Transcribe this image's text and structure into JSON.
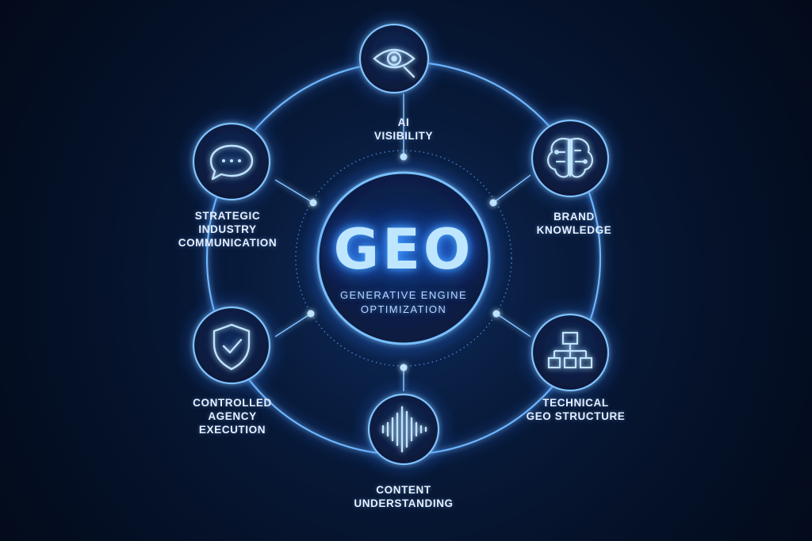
{
  "center": {
    "title": "GEO",
    "subtitle": "GENERATIVE ENGINE\nOPTIMIZATION"
  },
  "nodes": [
    {
      "id": "ai-visibility",
      "icon": "eye-magnifier-icon",
      "label": "AI\nVISIBILITY"
    },
    {
      "id": "brand-knowledge",
      "icon": "brain-circuit-icon",
      "label": "BRAND\nKNOWLEDGE"
    },
    {
      "id": "technical-geo-structure",
      "icon": "hierarchy-icon",
      "label": "TECHNICAL\nGEO STRUCTURE"
    },
    {
      "id": "content-understanding",
      "icon": "sound-wave-icon",
      "label": "CONTENT\nUNDERSTANDING"
    },
    {
      "id": "controlled-agency-execution",
      "icon": "shield-check-icon",
      "label": "CONTROLLED\nAGENCY\nEXECUTION"
    },
    {
      "id": "strategic-industry-communication",
      "icon": "chat-bubble-icon",
      "label": "STRATEGIC\nINDUSTRY\nCOMMUNICATION"
    }
  ],
  "colors": {
    "background": "#05122a",
    "glow": "#3d8bff",
    "ring": "#5aa8ff",
    "text": "#e6f0ff"
  }
}
